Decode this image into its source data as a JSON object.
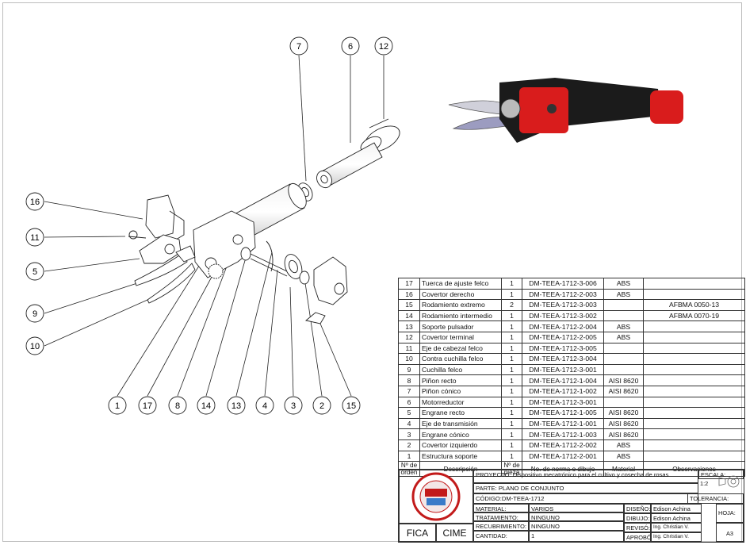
{
  "callouts": [
    {
      "label": "7"
    },
    {
      "label": "6"
    },
    {
      "label": "12"
    },
    {
      "label": "16"
    },
    {
      "label": "11"
    },
    {
      "label": "5"
    },
    {
      "label": "9"
    },
    {
      "label": "10"
    },
    {
      "label": "1"
    },
    {
      "label": "17"
    },
    {
      "label": "8"
    },
    {
      "label": "14"
    },
    {
      "label": "13"
    },
    {
      "label": "4"
    },
    {
      "label": "3"
    },
    {
      "label": "2"
    },
    {
      "label": "15"
    }
  ],
  "bom": {
    "rows": [
      {
        "n": "17",
        "desc": "Tuerca de ajuste felco",
        "qty": "1",
        "code": "DM-TEEA-1712-3-006",
        "mat": "ABS",
        "obs": ""
      },
      {
        "n": "16",
        "desc": "Covertor derecho",
        "qty": "1",
        "code": "DM-TEEA-1712-2-003",
        "mat": "ABS",
        "obs": ""
      },
      {
        "n": "15",
        "desc": "Rodamiento extremo",
        "qty": "2",
        "code": "DM-TEEA-1712-3-003",
        "mat": "",
        "obs": "AFBMA 0050-13"
      },
      {
        "n": "14",
        "desc": "Rodamiento intermedio",
        "qty": "1",
        "code": "DM-TEEA-1712-3-002",
        "mat": "",
        "obs": "AFBMA 0070-19"
      },
      {
        "n": "13",
        "desc": "Soporte pulsador",
        "qty": "1",
        "code": "DM-TEEA-1712-2-004",
        "mat": "ABS",
        "obs": ""
      },
      {
        "n": "12",
        "desc": "Covertor terminal",
        "qty": "1",
        "code": "DM-TEEA-1712-2-005",
        "mat": "ABS",
        "obs": ""
      },
      {
        "n": "11",
        "desc": "Eje de cabezal felco",
        "qty": "1",
        "code": "DM-TEEA-1712-3-005",
        "mat": "",
        "obs": ""
      },
      {
        "n": "10",
        "desc": "Contra cuchilla felco",
        "qty": "1",
        "code": "DM-TEEA-1712-3-004",
        "mat": "",
        "obs": ""
      },
      {
        "n": "9",
        "desc": "Cuchilla felco",
        "qty": "1",
        "code": "DM-TEEA-1712-3-001",
        "mat": "",
        "obs": ""
      },
      {
        "n": "8",
        "desc": "Piñon recto",
        "qty": "1",
        "code": "DM-TEEA-1712-1-004",
        "mat": "AISI 8620",
        "obs": ""
      },
      {
        "n": "7",
        "desc": "Piñon cónico",
        "qty": "1",
        "code": "DM-TEEA-1712-1-002",
        "mat": "AISI 8620",
        "obs": ""
      },
      {
        "n": "6",
        "desc": "Motorreductor",
        "qty": "1",
        "code": "DM-TEEA-1712-3-001",
        "mat": "",
        "obs": ""
      },
      {
        "n": "5",
        "desc": "Engrane recto",
        "qty": "1",
        "code": "DM-TEEA-1712-1-005",
        "mat": "AISI 8620",
        "obs": ""
      },
      {
        "n": "4",
        "desc": "Eje de transmisión",
        "qty": "1",
        "code": "DM-TEEA-1712-1-001",
        "mat": "AISI 8620",
        "obs": ""
      },
      {
        "n": "3",
        "desc": "Engrane cónico",
        "qty": "1",
        "code": "DM-TEEA-1712-1-003",
        "mat": "AISI 8620",
        "obs": ""
      },
      {
        "n": "2",
        "desc": "Covertor izquierdo",
        "qty": "1",
        "code": "DM-TEEA-1712-2-002",
        "mat": "ABS",
        "obs": ""
      },
      {
        "n": "1",
        "desc": "Estructura soporte",
        "qty": "1",
        "code": "DM-TEEA-1712-2-001",
        "mat": "ABS",
        "obs": ""
      }
    ],
    "headers": {
      "n": "Nº de orden",
      "desc": "Descripción",
      "qty": "Nº de pieza",
      "code": "No. de norma o dibujo",
      "mat": "Material",
      "obs": "Observaciones"
    }
  },
  "title_block": {
    "proyecto": "PROYECTO: Dispositivo mecatrónico para el cultivo y cosecha de rosas",
    "parte": "PARTE:  PLANO DE CONJUNTO",
    "codigo": "CÓDIGO:DM-TEEA-1712",
    "escala_label": "ESCALA:",
    "escala_value": "1:2",
    "tolerancia_label": "TOLERANCIA:",
    "material_label": "MATERIAL:",
    "material_value": "VARIOS",
    "tratamiento_label": "TRATAMIENTO:",
    "tratamiento_value": "NINGUNO",
    "recubrimiento_label": "RECUBRIMIENTO:",
    "recubrimiento_value": "NINGUNO",
    "cantidad_label": "CANTIDAD:",
    "cantidad_value": "1",
    "diseno_label": "DISEÑO:",
    "diseno_value": "Edison Achina",
    "dibujo_label": "DIBUJO:",
    "dibujo_value": "Edison Achina",
    "reviso_label": "REVISÓ:",
    "reviso_value": "Ing. Christian V.",
    "aprobo_label": "APROBÓ:",
    "aprobo_value": "Ing. Christian V.",
    "hoja_label": "HOJA:",
    "hoja_value": "A3",
    "fica": "FICA",
    "cime": "CIME"
  },
  "colors": {
    "red": "#d91c1c",
    "black": "#1b1b1b",
    "silver": "#b9b9c2",
    "line": "#222222"
  }
}
